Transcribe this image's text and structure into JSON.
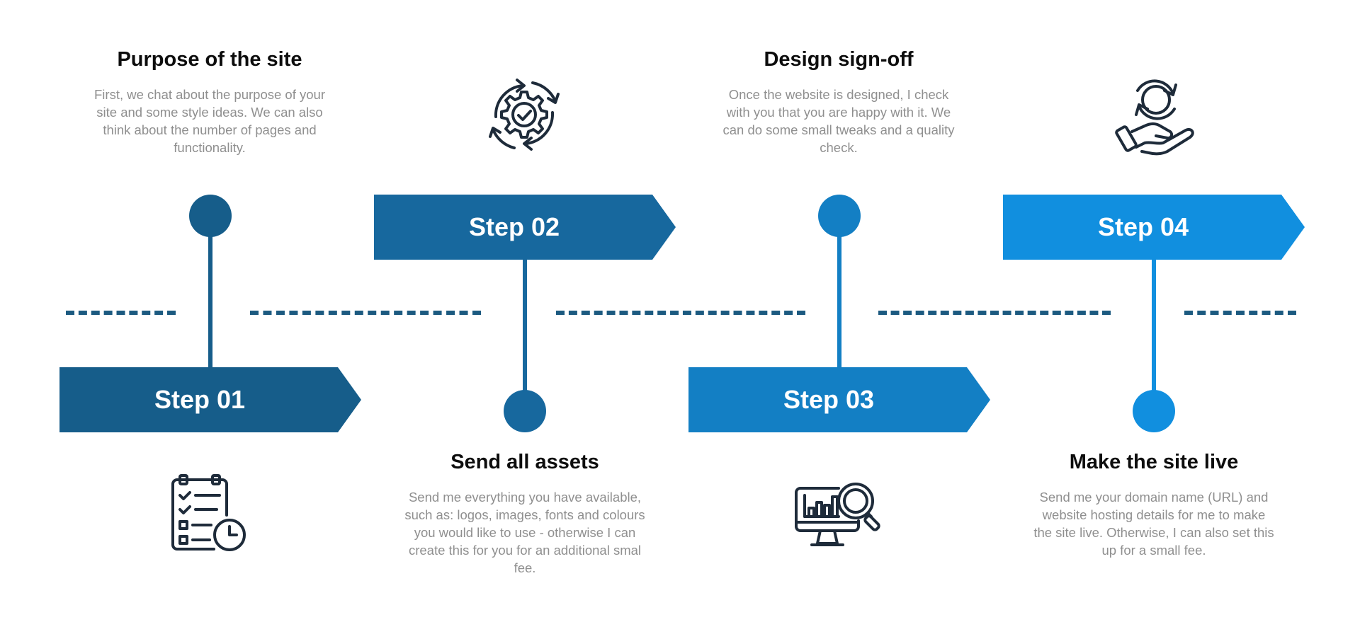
{
  "colors": {
    "step1": "#165d8a",
    "step2": "#17689e",
    "step3": "#137fc4",
    "step4": "#118fdf",
    "dash": "#1c5a80",
    "icon": "#1e2b3a",
    "title": "#0d0d0d",
    "desc": "#8f8f8f"
  },
  "steps": [
    {
      "label": "Step 01",
      "title": "Purpose of the site",
      "description": "First, we chat about the purpose of your site and some style ideas. We can also think about the number of pages and functionality.",
      "icon": "clipboard-checklist-clock-icon"
    },
    {
      "label": "Step 02",
      "title": "Send all assets",
      "description": "Send me everything you have available, such as: logos, images, fonts and colours you would like to use - otherwise I can create this for you for an additional smal fee.",
      "icon": "gear-cycle-check-icon"
    },
    {
      "label": "Step 03",
      "title": "Design sign-off",
      "description": "Once the website is designed, I check with you that you are happy with it. We can do some small tweaks and a quality check.",
      "icon": "monitor-analytics-search-icon"
    },
    {
      "label": "Step 04",
      "title": "Make the site live",
      "description": "Send me your domain name (URL) and website hosting details for me to make the site live. Otherwise, I can also set this up for a small fee.",
      "icon": "hand-refresh-icon"
    }
  ]
}
